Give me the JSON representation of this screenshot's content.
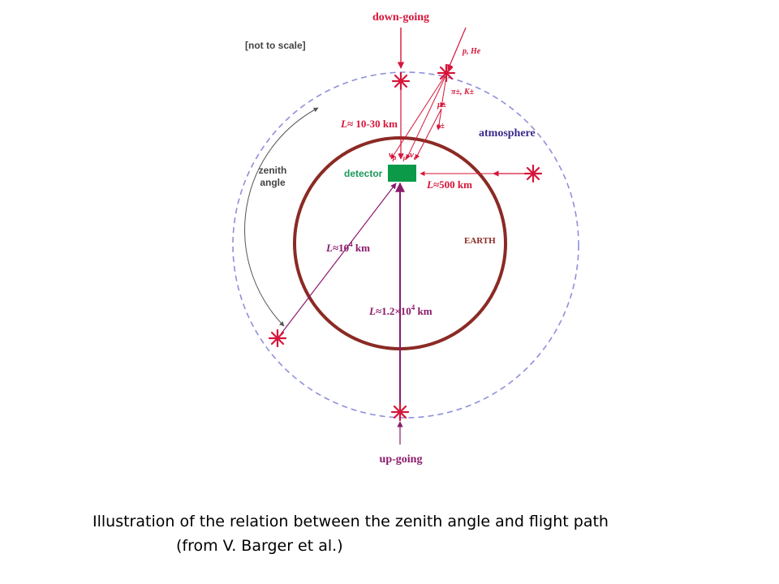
{
  "labels": {
    "down_going": "down-going",
    "up_going": "up-going",
    "not_to_scale": "[not to scale]",
    "p_he": "p, He",
    "pi_k": "π±, K±",
    "mu": "μ±",
    "e": "e±",
    "atmosphere": "atmosphere",
    "zenith": "zenith",
    "angle": "angle",
    "detector": "detector",
    "earth": "EARTH",
    "nu_mu": "ν",
    "nu_mu_bar": "ν",
    "nu_e": "ν",
    "nu_sub_mu": "μ",
    "nu_sub_mu2": "μ",
    "nu_sub_e": "e",
    "L_symbol": "L",
    "L_10_30": "≈ 10-30 km",
    "L_500": "≈500 km",
    "L_1e4_base": "≈10",
    "L_1e4_exp": "4",
    "L_1e4_unit": " km",
    "L_12e4_base": "≈1.2×10",
    "L_12e4_exp": "4",
    "L_12e4_unit": " km"
  },
  "caption": {
    "line1": "Illustration of the relation between the zenith angle and flight path",
    "line2": "(from V. Barger et al.)"
  },
  "colors": {
    "crimson": "#d6153a",
    "purple": "#8b1a6b",
    "earth": "#8b2a24",
    "atmosphere_line": "#8f8fdc",
    "atmosphere_text": "#3a2a8a",
    "detector": "#0a9a48",
    "detector_text": "#1a9a5a",
    "gray": "#555555"
  }
}
